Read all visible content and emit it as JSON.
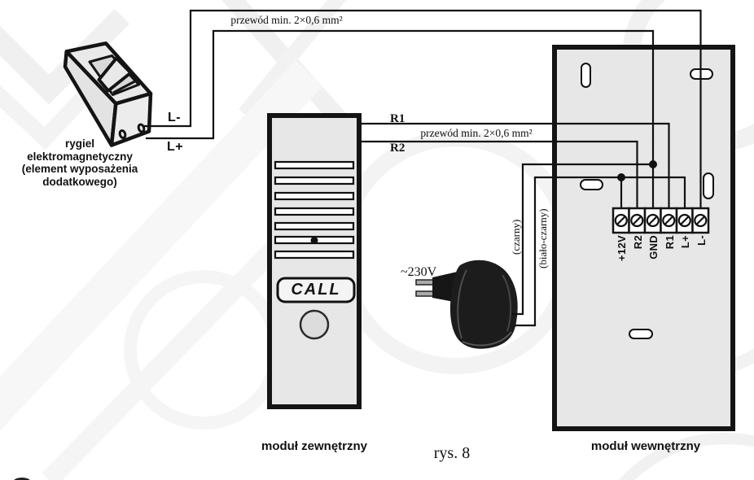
{
  "figure": {
    "caption": "rys. 8"
  },
  "labels": {
    "wire_top_note": "przewód min. 2×0,6 mm²",
    "wire_mid_note": "przewód min. 2×0,6 mm²",
    "lock_name_lines": [
      "rygiel",
      "elektromagnetyczny",
      "(element wyposażenia",
      "dodatkowego)"
    ],
    "lock_lminus": "L-",
    "lock_lplus": "L+",
    "r1": "R1",
    "r2": "R2",
    "voltage": "~230V",
    "adapter_wire_black": "(czarny)",
    "adapter_wire_white_black": "(biało-czarny)",
    "call_button": "CALL",
    "external_module": "moduł zewnętrzny",
    "internal_module": "moduł wewnętrzny"
  },
  "terminals": {
    "labels": [
      "+12V",
      "R2",
      "GND",
      "R1",
      "L+",
      "L-"
    ]
  },
  "colors": {
    "line": "#111111",
    "panel_fill": "#e7e7e7",
    "border": "#141414",
    "adapter_body": "#1c1c1c"
  }
}
